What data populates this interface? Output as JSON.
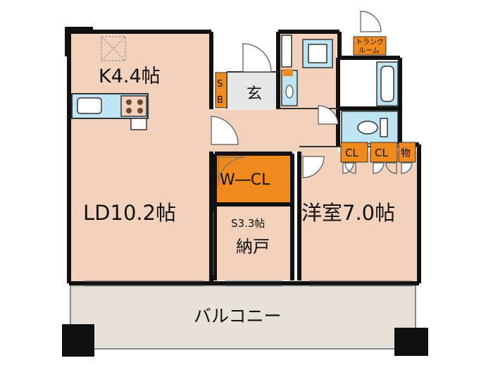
{
  "colors": {
    "room": "#f3d2bd",
    "balcony": "#e6e2da",
    "wall": "#111111",
    "accent": "#f08a1c",
    "wet": "#bfe4f3",
    "door": "#ffffff"
  },
  "rooms": {
    "kitchen": "K4.4帖",
    "living": "LD10.2帖",
    "walk_in_closet": "W―CL",
    "storage_size": "S3.3帖",
    "storage_name": "納戸",
    "western_room": "洋室7.0帖",
    "entrance": "玄",
    "shoe_box_s": "S",
    "shoe_box_b": "B",
    "trunk_room_line1": "トランク",
    "trunk_room_line2": "ルーム",
    "closet_1": "CL",
    "closet_2": "CL",
    "storage_small": "物",
    "balcony": "バルコニー"
  }
}
